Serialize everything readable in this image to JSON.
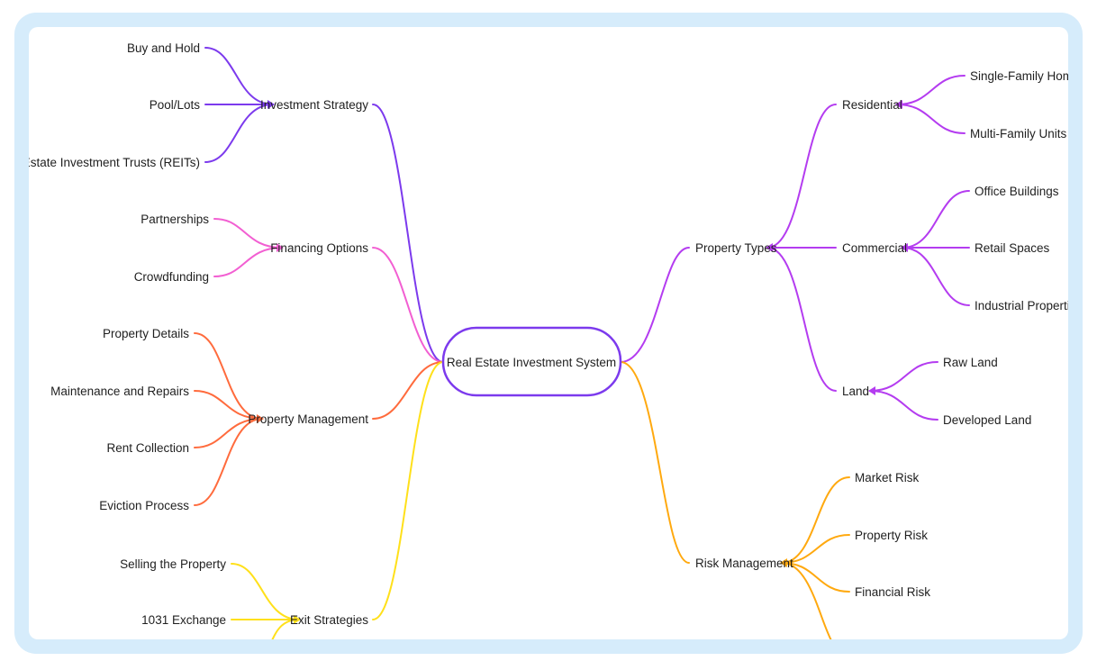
{
  "center": {
    "label": "Real Estate Investment System"
  },
  "colors": {
    "center_border": "#7c3aed",
    "investment": "#7c3aed",
    "financing": "#f25fd2",
    "management": "#ff6b3d",
    "exit": "#ffe01a",
    "property": "#b43cf0",
    "risk": "#ffa90f"
  },
  "branches": {
    "investment": {
      "label": "Investment Strategy",
      "children": [
        "Buy and Hold",
        "Pool/Lots",
        "Real Estate Investment Trusts (REITs)"
      ]
    },
    "financing": {
      "label": "Financing Options",
      "children": [
        "Partnerships",
        "Crowdfunding"
      ]
    },
    "management": {
      "label": "Property Management",
      "children": [
        "Property Details",
        "Maintenance and Repairs",
        "Rent Collection",
        "Eviction Process"
      ]
    },
    "exit": {
      "label": "Exit Strategies",
      "children": [
        "Selling the Property",
        "1031 Exchange"
      ]
    },
    "property": {
      "label": "Property Types",
      "children": [
        {
          "label": "Residential",
          "children": [
            "Single-Family Homes",
            "Multi-Family Units"
          ]
        },
        {
          "label": "Commercial",
          "children": [
            "Office Buildings",
            "Retail Spaces",
            "Industrial Properties"
          ]
        },
        {
          "label": "Land",
          "children": [
            "Raw Land",
            "Developed Land"
          ]
        }
      ]
    },
    "risk": {
      "label": "Risk Management",
      "children": [
        "Market Risk",
        "Property Risk",
        "Financial Risk"
      ]
    }
  }
}
